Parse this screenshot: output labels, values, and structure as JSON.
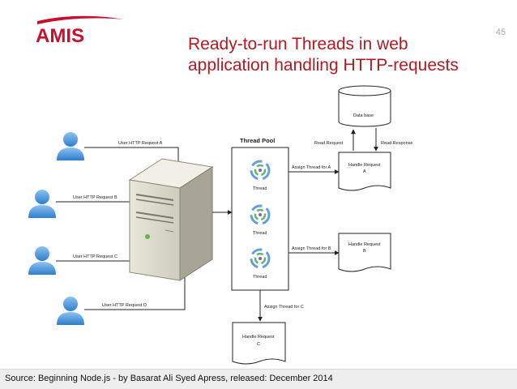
{
  "slide": {
    "logo_text": "AMIS",
    "number": "45",
    "title_line1": "Ready-to-run Threads in web",
    "title_line2": "application handling HTTP-requests",
    "footer": "Source: Beginning Node.js - by Basarat Ali Syed Apress, released: December 2014",
    "colors": {
      "title": "#b01a22",
      "logo_red": "#c8102e",
      "person_blue": "#3d8ad6"
    }
  },
  "diagram": {
    "requests": [
      "User HTTP Request A",
      "User HTTP Request B",
      "User HTTP Request C",
      "User HTTP Request D"
    ],
    "thread_pool_label": "Thread Pool",
    "thread_label": "Thread",
    "database_label": "Data base",
    "read_request": "Read Request",
    "read_response": "Read Response",
    "assign_a": "Assign Thread for A",
    "assign_b": "Assign Thread for B",
    "assign_c": "Assign Thread for C",
    "handle_a_line1": "Handle Request",
    "handle_a_line2": "A",
    "handle_b_line1": "Handle Request",
    "handle_b_line2": "B",
    "handle_c_line1": "Handle Request",
    "handle_c_line2": "C"
  }
}
